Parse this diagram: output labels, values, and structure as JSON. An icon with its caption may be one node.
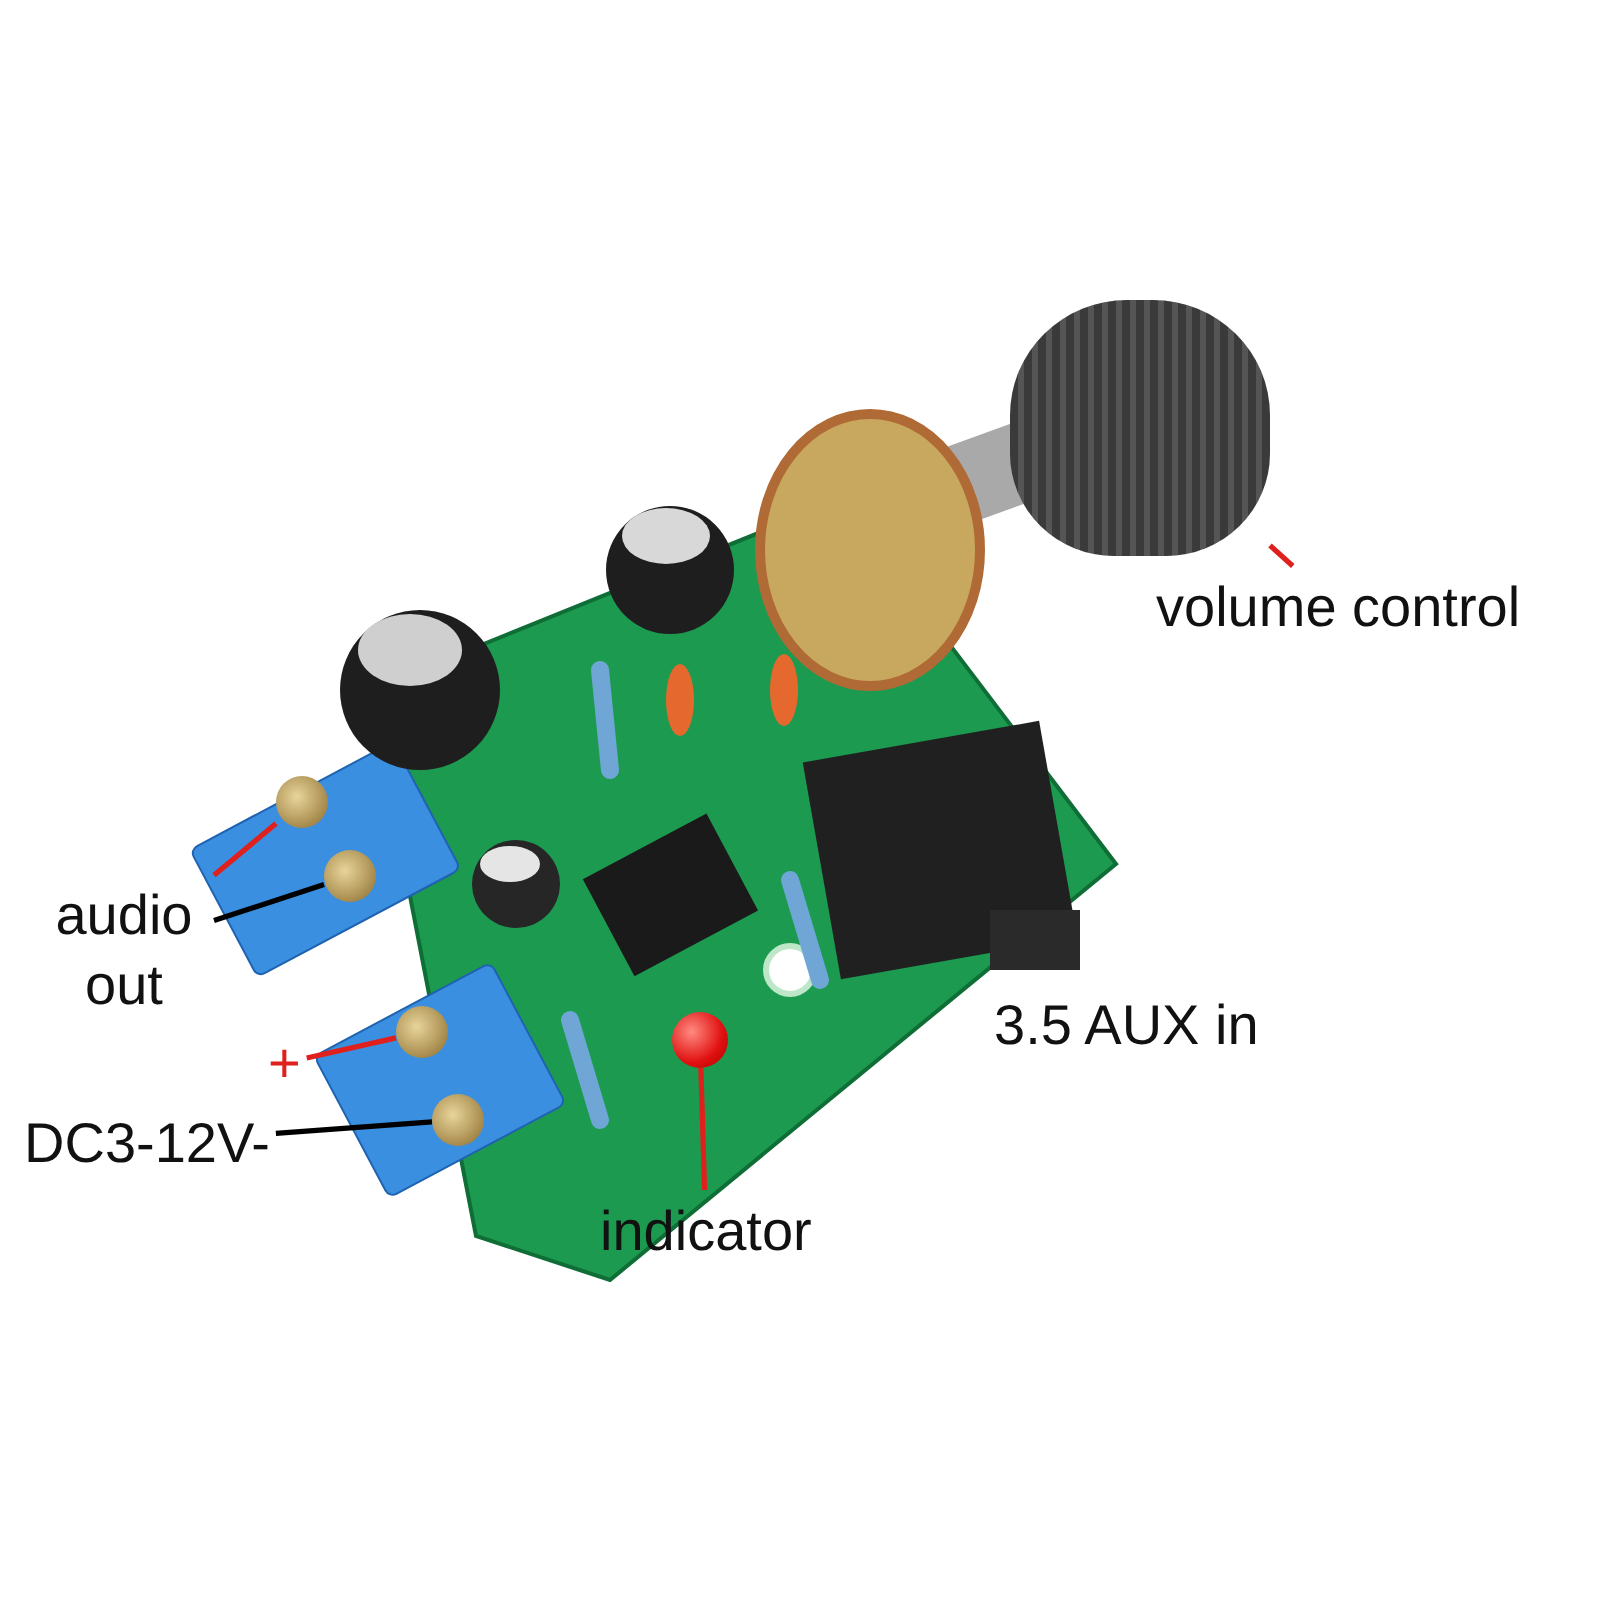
{
  "diagram": {
    "nodes": [
      {
        "text": [
          "volume control"
        ]
      },
      {
        "text": [],
        "shape": "picture"
      },
      {
        "text": [
          "audio out"
        ]
      },
      {
        "text": [],
        "shape": "circle"
      },
      {
        "text": [],
        "shape": "circle"
      },
      {
        "text": [
          "+"
        ]
      },
      {
        "text": [],
        "shape": "circle"
      },
      {
        "text": [
          "DC3-12V-"
        ]
      },
      {
        "text": [],
        "shape": "circle"
      },
      {
        "text": [
          "indicator"
        ]
      },
      {
        "text": [],
        "shape": "circle"
      }
    ],
    "edges": [
      {
        "from": 0,
        "to": 1,
        "arrow": "none"
      },
      {
        "from": 2,
        "to": 3,
        "arrow": "none"
      },
      {
        "from": 2,
        "to": 4,
        "arrow": "none",
        "color": "#000000"
      },
      {
        "from": 5,
        "to": 6,
        "arrow": "none"
      },
      {
        "from": 7,
        "to": 8,
        "arrow": "none",
        "color": "#000000"
      },
      {
        "from": 9,
        "to": 10,
        "arrow": "none"
      }
    ],
    "labels": [
      "3.5 AUX in"
    ]
  }
}
